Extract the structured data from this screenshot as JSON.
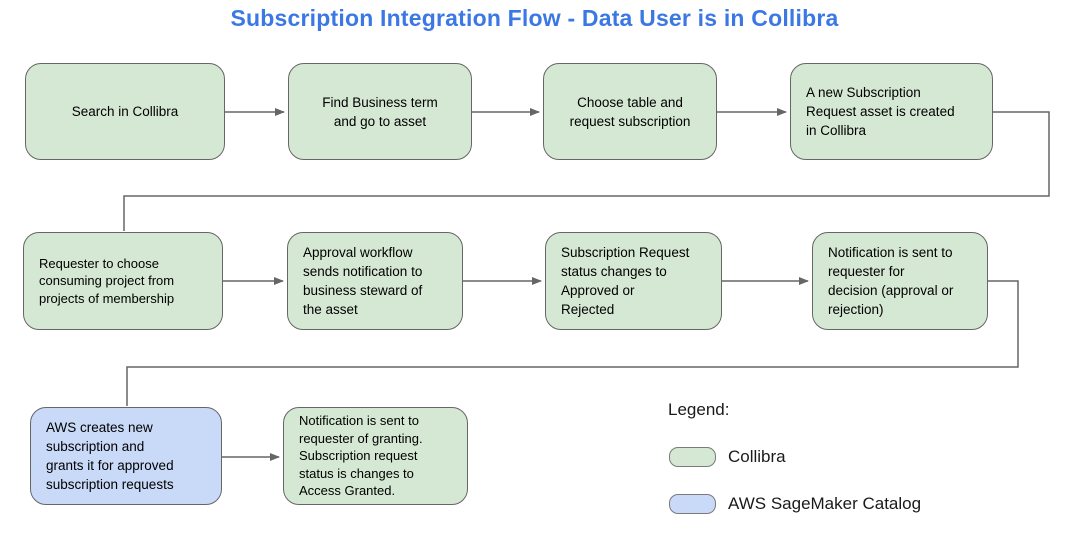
{
  "title": "Subscription Integration Flow - Data User is in Collibra",
  "colors": {
    "title_text": "#3b78e4",
    "collibra_fill": "#d5e8d4",
    "aws_fill": "#c9daf8",
    "border": "#666666",
    "text": "#000000"
  },
  "flow": {
    "rows": [
      {
        "boxes": [
          {
            "text": "Search in Collibra",
            "type": "collibra"
          },
          {
            "text": "Find Business term\nand go to asset",
            "type": "collibra"
          },
          {
            "text": "Choose table and\nrequest subscription",
            "type": "collibra"
          },
          {
            "text": "A new Subscription\nRequest asset is created\nin Collibra",
            "type": "collibra"
          }
        ]
      },
      {
        "boxes": [
          {
            "text": "Requester to choose\nconsuming project from\nprojects of membership",
            "type": "collibra"
          },
          {
            "text": "Approval workflow\nsends notification to\nbusiness steward of\nthe asset",
            "type": "collibra"
          },
          {
            "text": "Subscription Request\nstatus changes to\nApproved or\nRejected",
            "type": "collibra"
          },
          {
            "text": "Notification is sent to\nrequester for\ndecision (approval or\nrejection)",
            "type": "collibra"
          }
        ]
      },
      {
        "boxes": [
          {
            "text": "AWS creates new\nsubscription and\ngrants it for approved\nsubscription requests",
            "type": "aws"
          },
          {
            "text": "Notification is sent to\nrequester of granting.\nSubscription request\nstatus is changes to\nAccess Granted.",
            "type": "collibra"
          }
        ]
      }
    ]
  },
  "legend": {
    "heading": "Legend:",
    "items": [
      {
        "label": "Collibra",
        "type": "collibra"
      },
      {
        "label": "AWS SageMaker Catalog",
        "type": "aws"
      }
    ]
  }
}
